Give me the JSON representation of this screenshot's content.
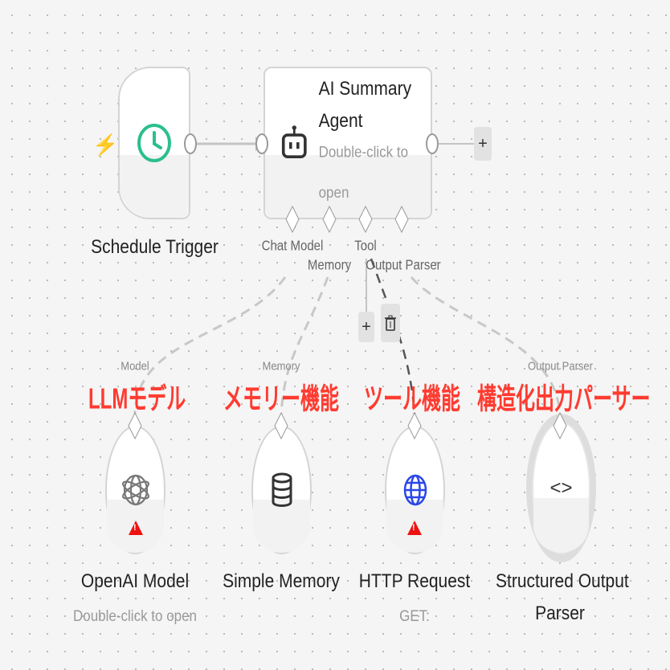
{
  "nodes": {
    "trigger": {
      "label": "Schedule Trigger"
    },
    "agent": {
      "title_line1": "AI Summary",
      "title_line2": "Agent",
      "subtitle": "Double-click to open",
      "ports": [
        "Chat Model",
        "Memory",
        "Tool",
        "Output Parser"
      ]
    },
    "openai": {
      "label": "OpenAI Model",
      "subtitle": "Double-click to open",
      "port": "Model"
    },
    "memory": {
      "label": "Simple Memory",
      "port": "Memory"
    },
    "http": {
      "label": "HTTP Request",
      "subtitle": "GET:"
    },
    "parser": {
      "label_line1": "Structured Output",
      "label_line2": "Parser",
      "port": "Output Parser"
    }
  },
  "annotations": [
    "LLMモデル",
    "メモリー機能",
    "ツール機能",
    "構造化出力パーサー"
  ],
  "buttons": {
    "add": "+",
    "add_tool": "+"
  },
  "colors": {
    "accent": "#ff3b30",
    "trigger": "#2bbf8e",
    "globe": "#2b47e8"
  }
}
